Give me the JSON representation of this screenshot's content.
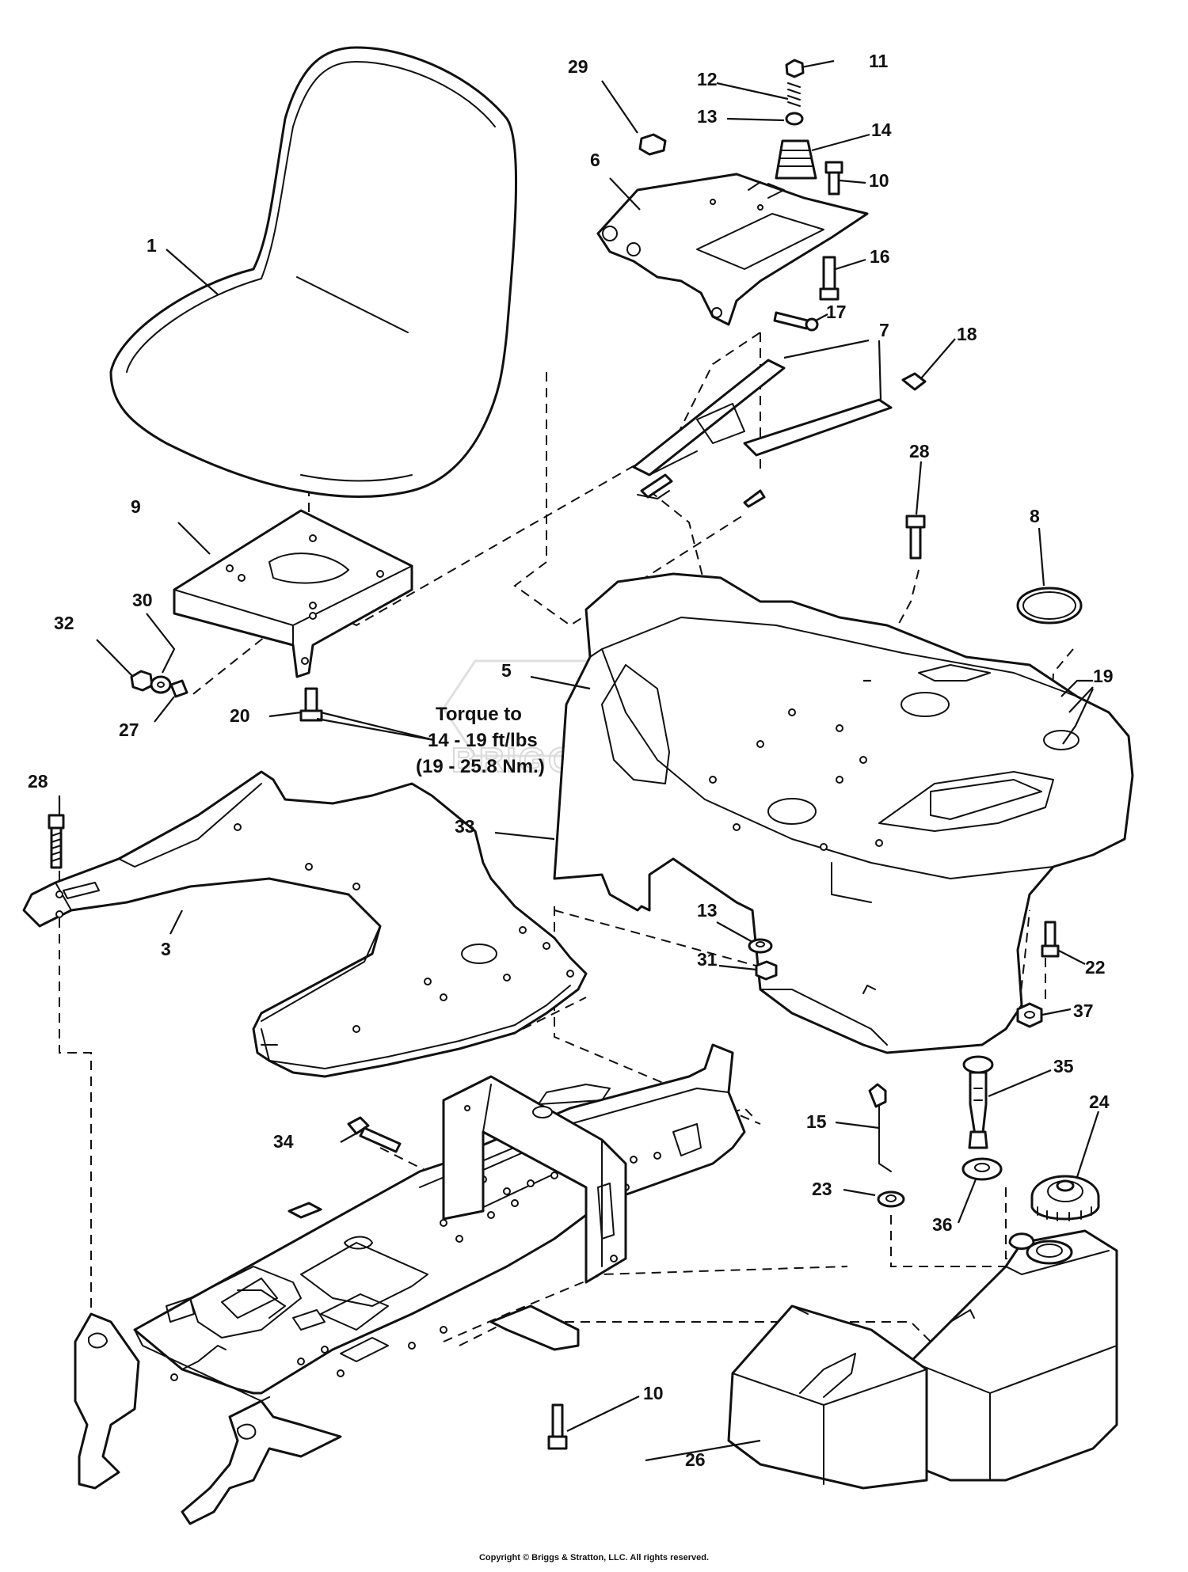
{
  "callouts": {
    "c1": "1",
    "c3": "3",
    "c5": "5",
    "c6": "6",
    "c7": "7",
    "c8": "8",
    "c9": "9",
    "c10a": "10",
    "c10b": "10",
    "c11": "11",
    "c12": "12",
    "c13a": "13",
    "c13b": "13",
    "c14": "14",
    "c15": "15",
    "c16": "16",
    "c17": "17",
    "c18": "18",
    "c19": "19",
    "c20": "20",
    "c22": "22",
    "c23": "23",
    "c24": "24",
    "c26": "26",
    "c27": "27",
    "c28a": "28",
    "c28b": "28",
    "c29": "29",
    "c30": "30",
    "c31": "31",
    "c32": "32",
    "c33": "33",
    "c34": "34",
    "c35": "35",
    "c36": "36",
    "c37": "37"
  },
  "torque_note": {
    "line1": "Torque to",
    "line2": "14 - 19 ft/lbs",
    "line3": "(19 - 25.8 Nm.)"
  },
  "watermark": "BRIGGS&STRATTON",
  "copyright": "Copyright © Briggs & Stratton, LLC. All rights reserved."
}
